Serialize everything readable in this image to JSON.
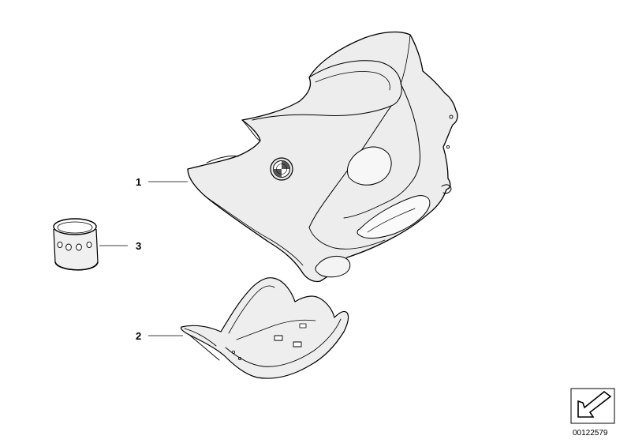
{
  "callouts": {
    "fairing_side_panel": "1",
    "fairing_lower_section": "2",
    "ring_sleeve": "3"
  },
  "diagram_number": "00122579",
  "icons": {
    "direction": "arrow-box-icon"
  }
}
